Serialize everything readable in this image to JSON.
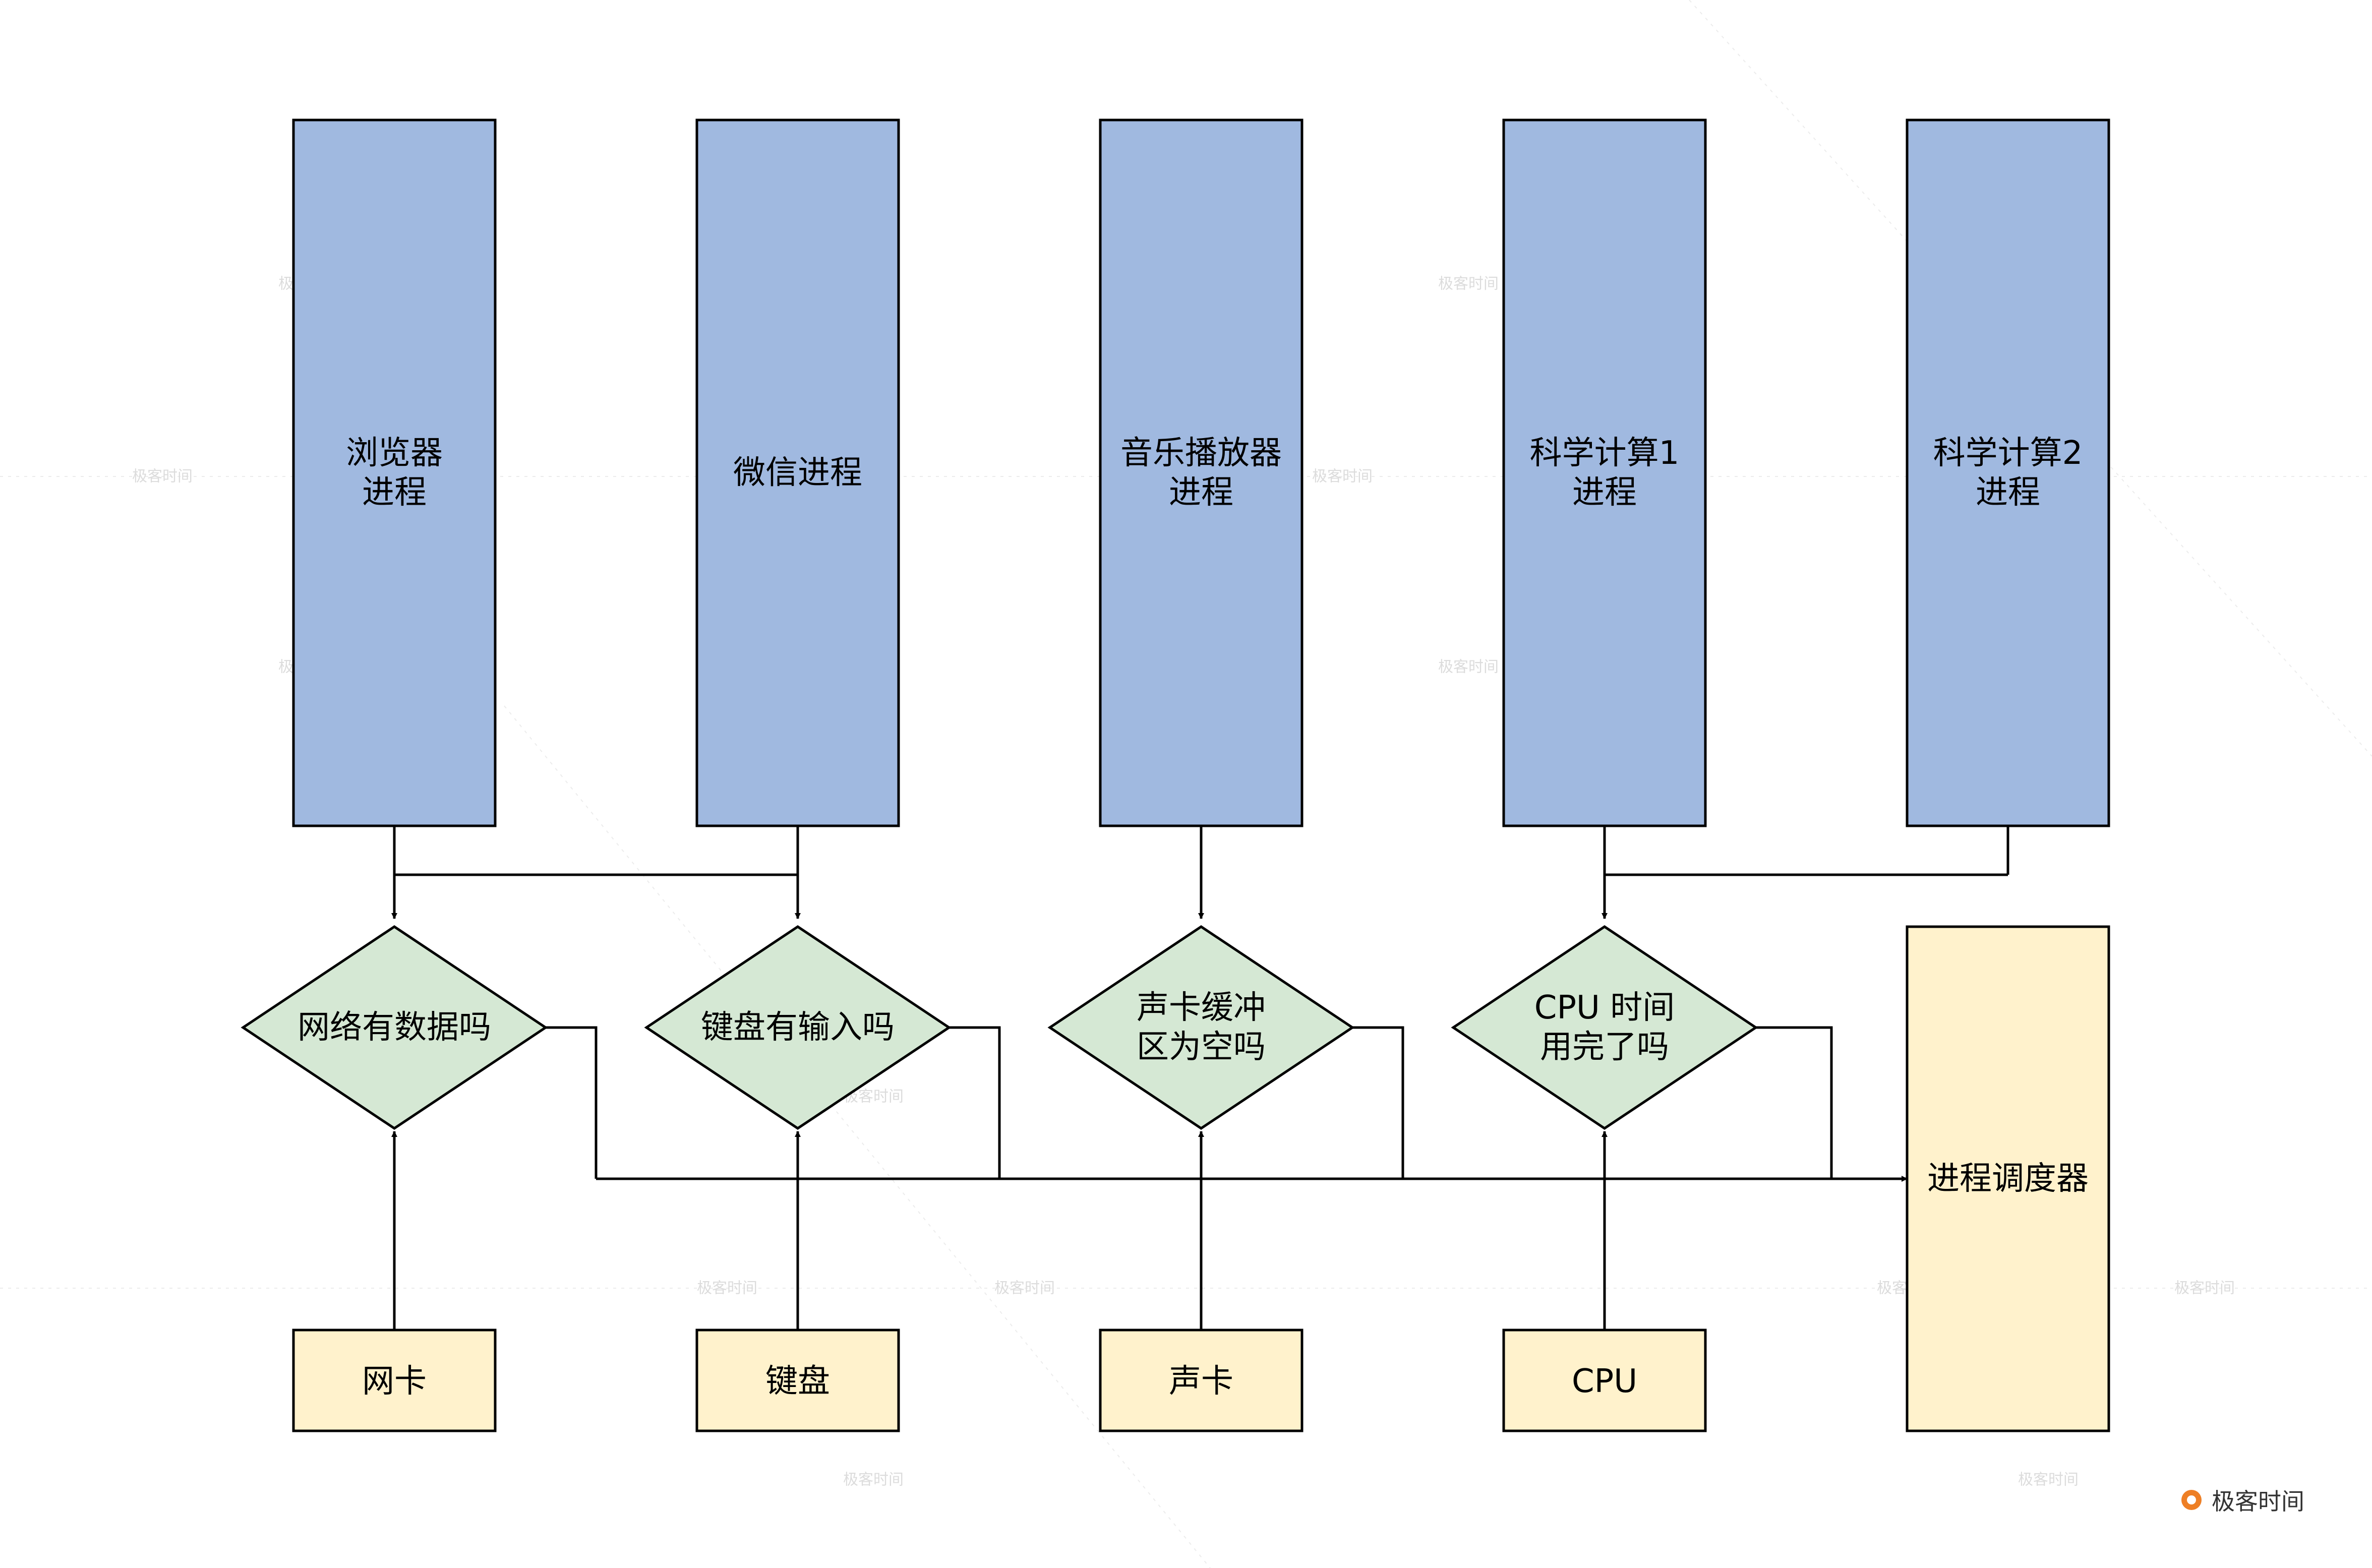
{
  "diagram": {
    "processes": [
      {
        "id": "browser",
        "lines": [
          "浏览器",
          "进程"
        ]
      },
      {
        "id": "wechat",
        "lines": [
          "微信进程"
        ]
      },
      {
        "id": "music",
        "lines": [
          "音乐播放器",
          "进程"
        ]
      },
      {
        "id": "sci1",
        "lines": [
          "科学计算1",
          "进程"
        ]
      },
      {
        "id": "sci2",
        "lines": [
          "科学计算2",
          "进程"
        ]
      }
    ],
    "decisions": [
      {
        "id": "net",
        "lines": [
          "网络有数据吗"
        ]
      },
      {
        "id": "kbd",
        "lines": [
          "键盘有输入吗"
        ]
      },
      {
        "id": "snd",
        "lines": [
          "声卡缓冲",
          "区为空吗"
        ]
      },
      {
        "id": "cpu",
        "lines": [
          "CPU 时间",
          "用完了吗"
        ]
      }
    ],
    "devices": [
      {
        "id": "nic",
        "label": "网卡"
      },
      {
        "id": "keyboard",
        "label": "键盘"
      },
      {
        "id": "soundcard",
        "label": "声卡"
      },
      {
        "id": "cpu",
        "label": "CPU"
      }
    ],
    "scheduler": {
      "label": "进程调度器"
    },
    "watermark": {
      "text": "极客时间"
    },
    "colors": {
      "process_fill": "#a0b9e0",
      "decision_fill": "#d5e8d4",
      "device_fill": "#fff2cc",
      "stroke": "#000000",
      "brand_orange": "#ee7f25"
    }
  }
}
